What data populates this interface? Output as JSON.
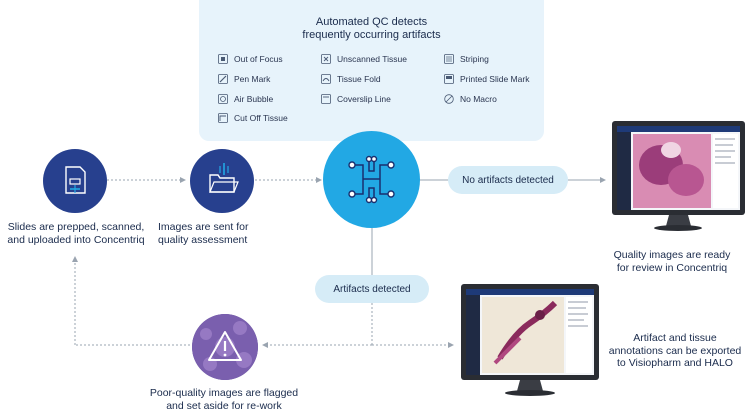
{
  "panel": {
    "title_line1": "Automated QC detects",
    "title_line2": "frequently occurring artifacts",
    "artifacts": [
      {
        "label": "Out of Focus",
        "icon": "out-of-focus-icon"
      },
      {
        "label": "Pen Mark",
        "icon": "pen-mark-icon"
      },
      {
        "label": "Air Bubble",
        "icon": "air-bubble-icon"
      },
      {
        "label": "Cut Off Tissue",
        "icon": "cut-off-tissue-icon"
      },
      {
        "label": "Unscanned Tissue",
        "icon": "unscanned-tissue-icon"
      },
      {
        "label": "Tissue Fold",
        "icon": "tissue-fold-icon"
      },
      {
        "label": "Coverslip Line",
        "icon": "coverslip-line-icon"
      },
      {
        "label": "Striping",
        "icon": "striping-icon"
      },
      {
        "label": "Printed Slide Mark",
        "icon": "printed-slide-mark-icon"
      },
      {
        "label": "No Macro",
        "icon": "no-macro-icon"
      }
    ]
  },
  "steps": {
    "upload": {
      "line1": "Slides are prepped, scanned,",
      "line2": "and uploaded into Concentriq",
      "icon": "slide-upload-icon"
    },
    "sent": {
      "line1": "Images are sent for",
      "line2": "quality assessment",
      "icon": "folder-icon"
    },
    "qc": {
      "icon": "neural-network-icon"
    },
    "flagged": {
      "line1": "Poor-quality images are flagged",
      "line2": "and set aside for re-work",
      "icon": "warning-icon"
    }
  },
  "pills": {
    "no_artifacts": "No artifacts detected",
    "artifacts": "Artifacts detected"
  },
  "outcomes": {
    "ready": {
      "line1": "Quality images are ready",
      "line2": "for review in Concentriq",
      "icon": "monitor-icon"
    },
    "export": {
      "line1": "Artifact and tissue",
      "line2": "annotations can be exported",
      "line3": "to Visiopharm and HALO",
      "icon": "monitor-icon"
    }
  },
  "colors": {
    "navy": "#27408e",
    "cyan": "#22a8e4",
    "purple": "#5a4a97",
    "panel_bg": "#e7f3fb",
    "pill_bg": "#d6ecf7",
    "text": "#1a2b4c"
  }
}
